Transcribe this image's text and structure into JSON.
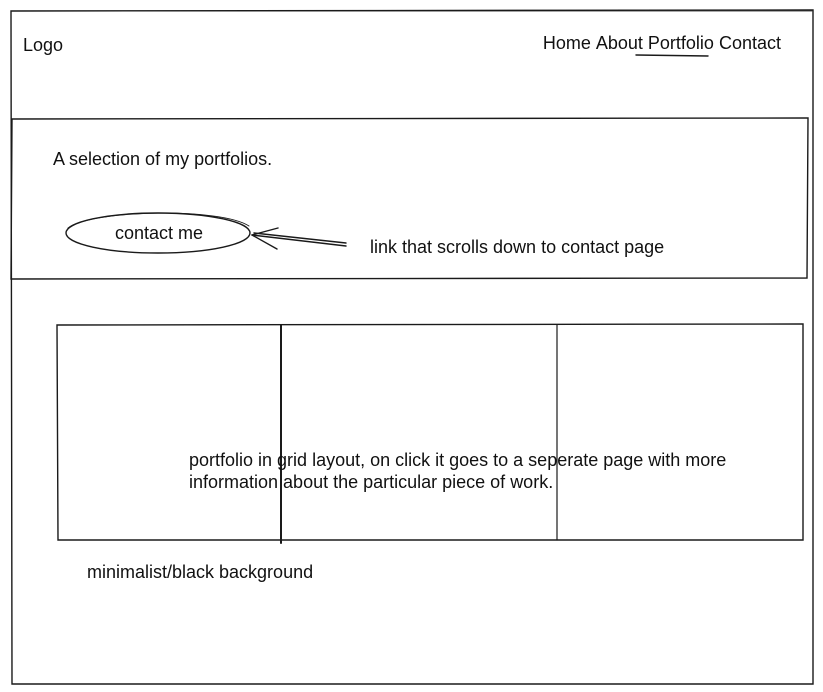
{
  "header": {
    "logo": "Logo",
    "nav": [
      "Home",
      "About",
      "Portfolio",
      "Contact"
    ]
  },
  "hero": {
    "text": "A selection of my portfolios.",
    "button_label": "contact me",
    "annotation": "link that scrolls down to contact page"
  },
  "grid": {
    "annotation_line1": "portfolio in grid layout, on click it goes to a seperate page with more",
    "annotation_line2": "information about the particular piece of work."
  },
  "footer_note": "minimalist/black background"
}
